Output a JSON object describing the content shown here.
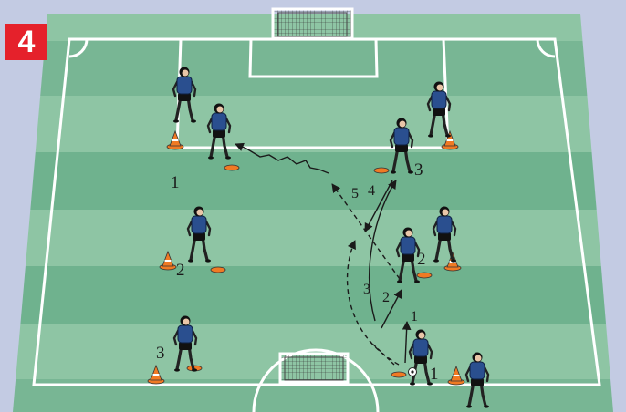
{
  "drill": {
    "number": "4",
    "colors": {
      "background": "#c3cbe3",
      "stripe_light": "#8ec5a4",
      "stripe_dark": "#6fb28e",
      "lines": "#ffffff",
      "badge": "#e5212b",
      "player_shirt": "#2a4f8f",
      "cone": "#f07a24",
      "marker": "#f07a24"
    },
    "labels": {
      "left_1": "1",
      "left_2": "2",
      "left_3": "3",
      "right_3": "3",
      "right_2": "2",
      "right_1": "1",
      "pass_1": "1",
      "pass_2": "2",
      "pass_3": "3",
      "pass_4": "4",
      "pass_5": "5"
    },
    "icons": [
      "goal-icon",
      "player-icon",
      "cone-icon",
      "marker-disc-icon",
      "pass-arrow-icon",
      "run-arrow-icon",
      "dribble-arrow-icon",
      "ball-icon"
    ]
  }
}
